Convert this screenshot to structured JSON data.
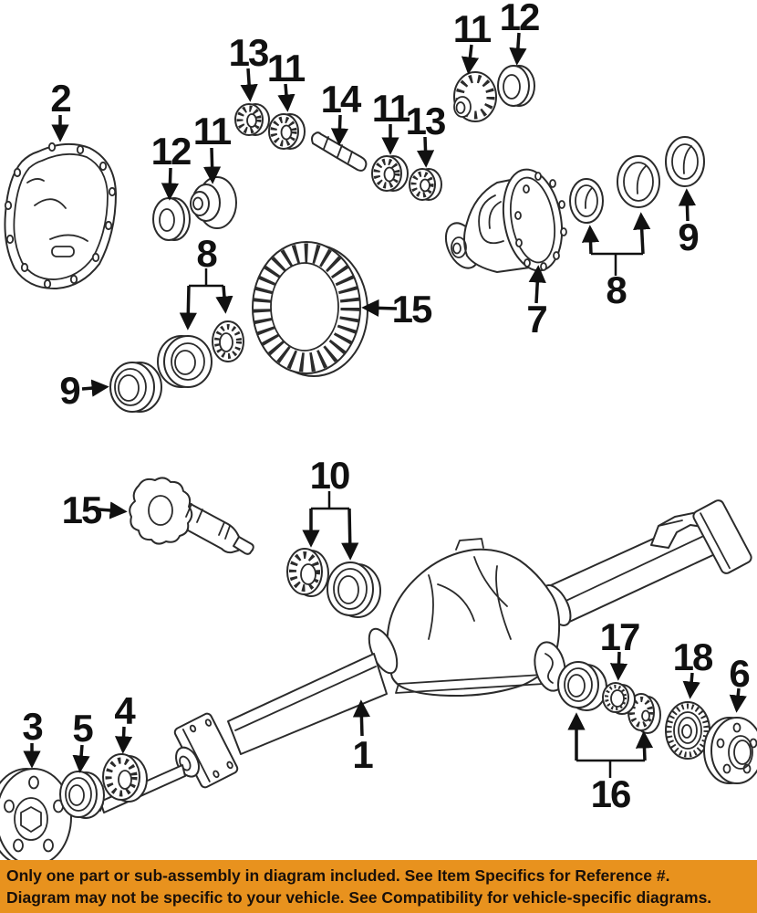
{
  "figure": {
    "kind": "exploded-parts-diagram",
    "line_color": "#2b2b2b",
    "background": "#ffffff",
    "callouts": [
      {
        "label": "2"
      },
      {
        "label": "12"
      },
      {
        "label": "11"
      },
      {
        "label": "13"
      },
      {
        "label": "11"
      },
      {
        "label": "14"
      },
      {
        "label": "11"
      },
      {
        "label": "13"
      },
      {
        "label": "11"
      },
      {
        "label": "12"
      },
      {
        "label": "8"
      },
      {
        "label": "9"
      },
      {
        "label": "15"
      },
      {
        "label": "7"
      },
      {
        "label": "8"
      },
      {
        "label": "9"
      },
      {
        "label": "15"
      },
      {
        "label": "10"
      },
      {
        "label": "1"
      },
      {
        "label": "3"
      },
      {
        "label": "5"
      },
      {
        "label": "4"
      },
      {
        "label": "16"
      },
      {
        "label": "17"
      },
      {
        "label": "18"
      },
      {
        "label": "6"
      }
    ]
  },
  "banner": {
    "background": "#e8921e",
    "text_color": "#19100a",
    "line1": "Only one part or sub-assembly in diagram included. See Item Specifics for Reference #.",
    "line2": "Diagram may not be specific to your vehicle. See Compatibility for vehicle-specific diagrams."
  }
}
